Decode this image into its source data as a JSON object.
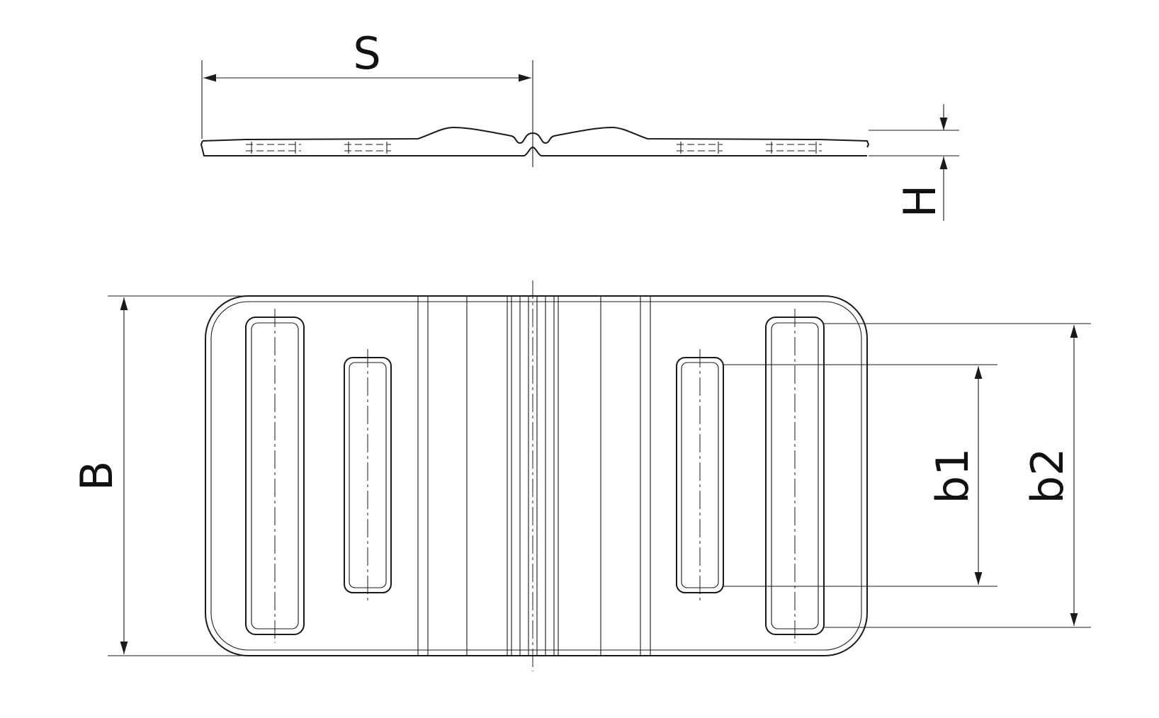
{
  "labels": {
    "S": "S",
    "H": "H",
    "B": "B",
    "b1": "b1",
    "b2": "b2"
  },
  "colors": {
    "line": "#1a1a1a",
    "background": "#ffffff"
  }
}
